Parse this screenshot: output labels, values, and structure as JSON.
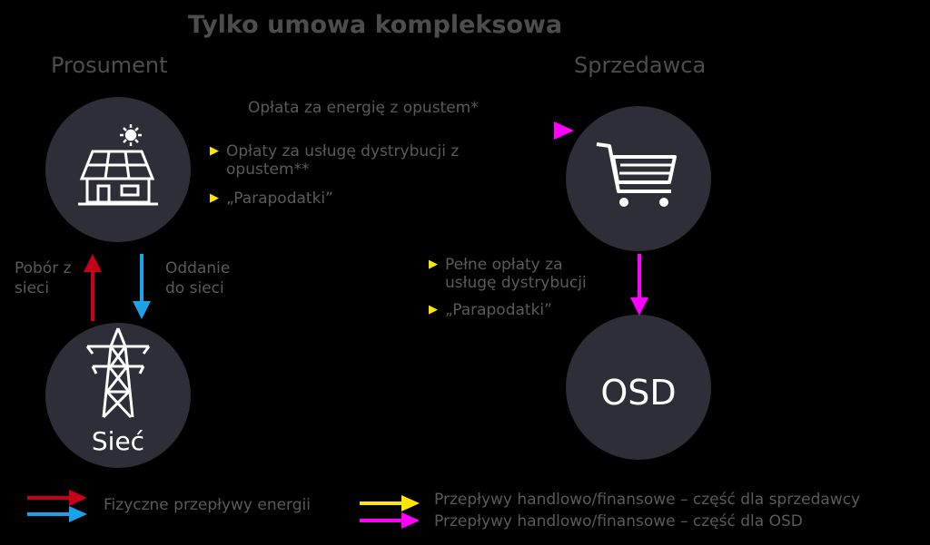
{
  "title": "Tylko umowa kompleksowa",
  "prosument_label": "Prosument",
  "sprzedawca_label": "Sprzedawca",
  "top_arrow_label": "Opłata za energię z opustem*",
  "prosument_bullets": [
    "Opłaty za usługę dystrybucji z opustem**",
    "„Parapodatki”"
  ],
  "pobor_label": "Pobór z sieci",
  "oddanie_label": "Oddanie do sieci",
  "siec_label": "Sieć",
  "osd_label": "OSD",
  "sprzedawca_bullets": [
    "Pełne opłaty za usługę dystrybucji",
    "„Parapodatki”"
  ],
  "legend": {
    "physical": "Fizyczne przepływy energii",
    "seller": "Przepływy handlowo/finansowe – część dla sprzedawcy",
    "osd": "Przepływy handlowo/finansowe – część dla OSD"
  },
  "colors": {
    "background": "#000000",
    "circle": "#2e2e38",
    "yellow": "#ffe600",
    "magenta": "#ff00ff",
    "red": "#c8001a",
    "blue": "#1aa3e8"
  },
  "icons": [
    "house-solar-icon",
    "sun-icon",
    "shopping-cart-icon",
    "power-tower-icon"
  ]
}
